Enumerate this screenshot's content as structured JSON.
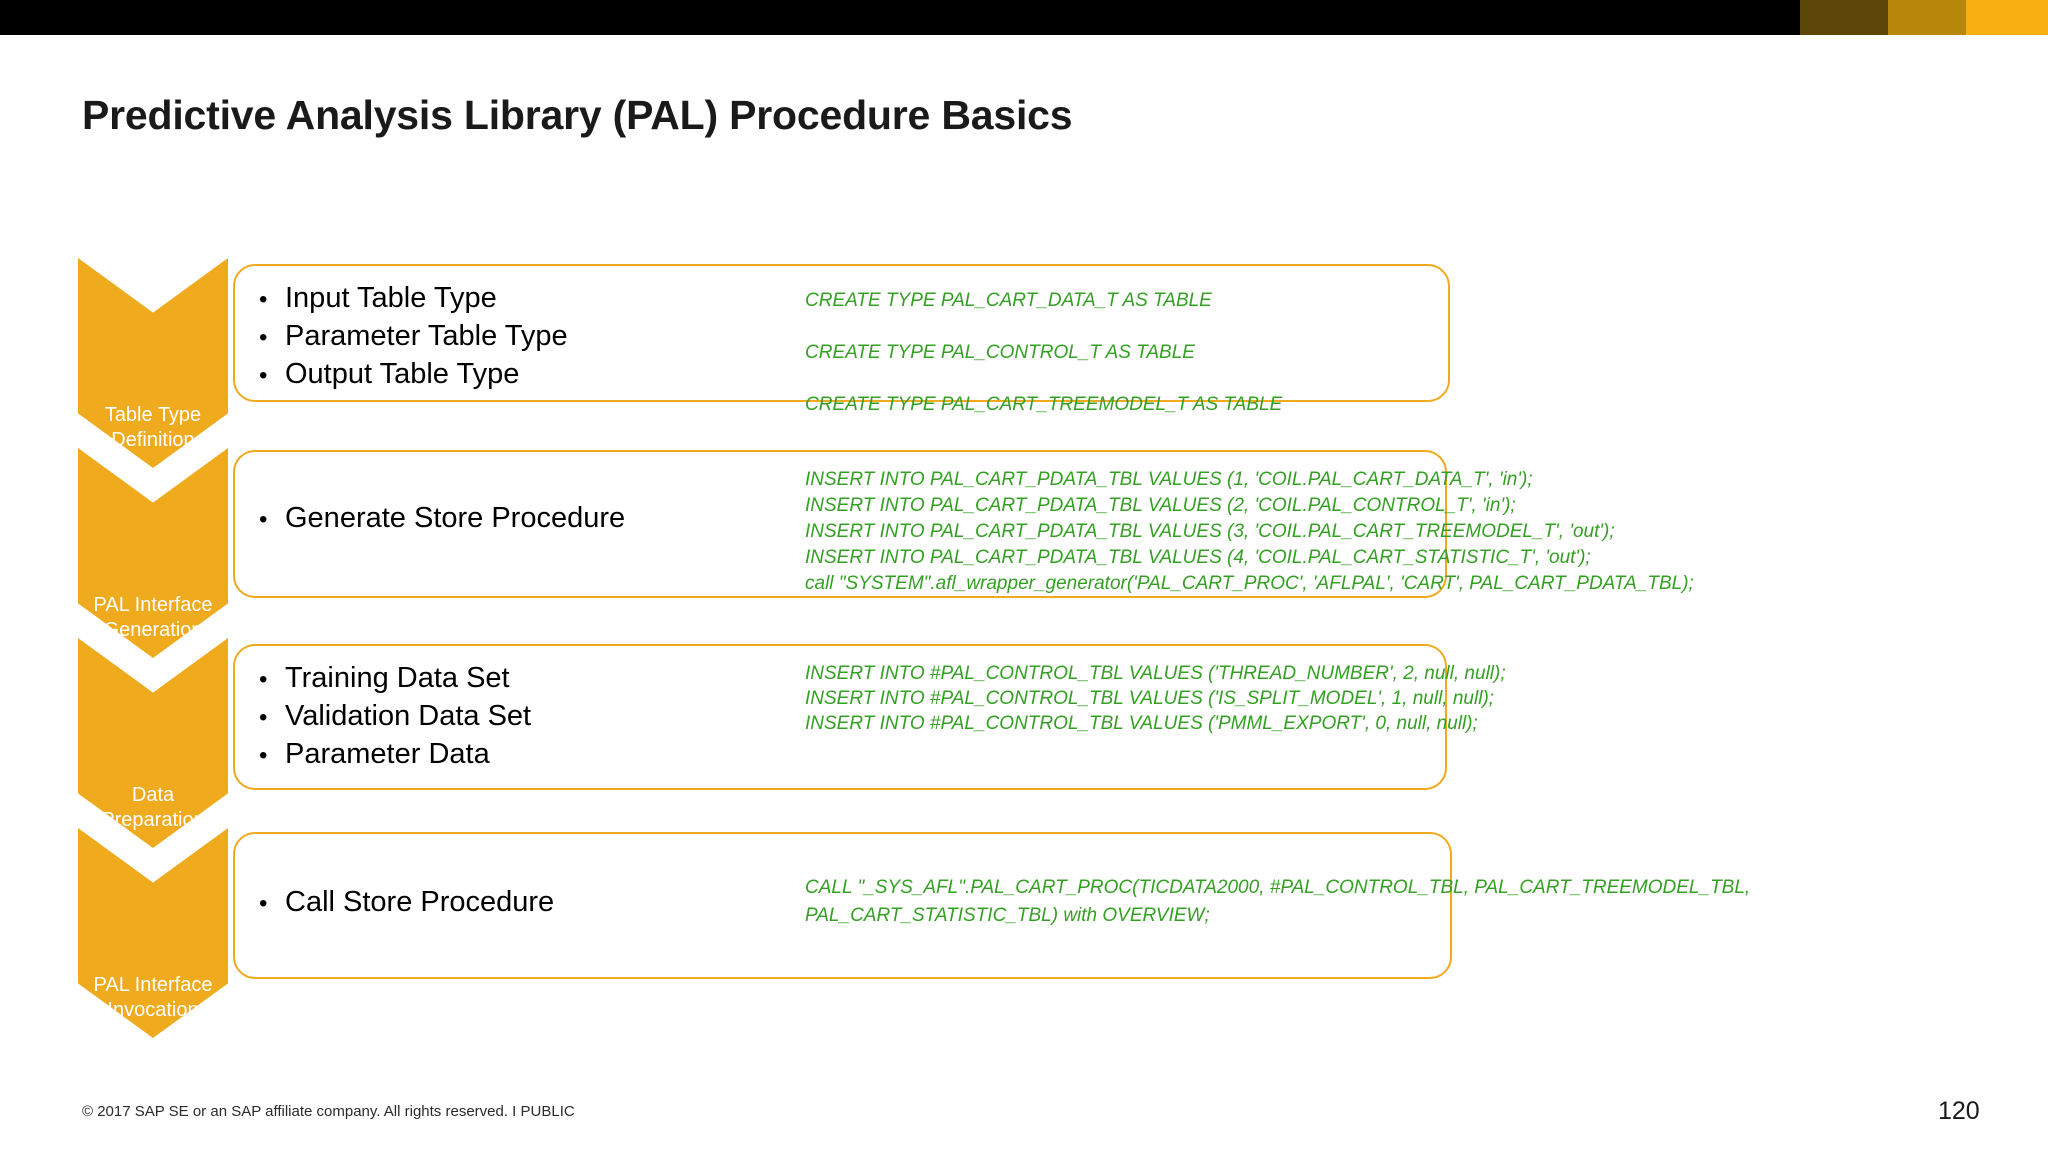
{
  "header": {
    "bar_color": "#000000",
    "bands": [
      {
        "name": "band-dark-olive",
        "color": "#5C4708"
      },
      {
        "name": "band-gold",
        "color": "#B78709"
      },
      {
        "name": "band-amber",
        "color": "#F8B010"
      }
    ]
  },
  "title": "Predictive Analysis Library (PAL) Procedure Basics",
  "theme": {
    "accent": "#EFAA1E",
    "code_green": "#34A023",
    "text_black": "#000000"
  },
  "stages": [
    {
      "label": "Table Type\nDefinition",
      "bullets": [
        "Input Table Type",
        "Parameter Table Type",
        "Output Table Type"
      ],
      "code": [
        "CREATE TYPE PAL_CART_DATA_T AS TABLE",
        "",
        "CREATE TYPE PAL_CONTROL_T AS TABLE",
        "",
        "CREATE TYPE PAL_CART_TREEMODEL_T AS TABLE"
      ]
    },
    {
      "label": "PAL Interface\nGeneration",
      "bullets": [
        "Generate Store Procedure"
      ],
      "code": [
        "INSERT INTO PAL_CART_PDATA_TBL VALUES (1, 'COIL.PAL_CART_DATA_T', 'in');",
        "INSERT INTO PAL_CART_PDATA_TBL VALUES (2, 'COIL.PAL_CONTROL_T', 'in');",
        "INSERT INTO PAL_CART_PDATA_TBL VALUES (3, 'COIL.PAL_CART_TREEMODEL_T', 'out');",
        "INSERT INTO PAL_CART_PDATA_TBL VALUES (4, 'COIL.PAL_CART_STATISTIC_T', 'out');",
        "call \"SYSTEM\".afl_wrapper_generator('PAL_CART_PROC', 'AFLPAL', 'CART', PAL_CART_PDATA_TBL);"
      ]
    },
    {
      "label": "Data\nPreparation",
      "bullets": [
        "Training Data Set",
        "Validation Data Set",
        "Parameter Data"
      ],
      "code": [
        "INSERT INTO #PAL_CONTROL_TBL VALUES ('THREAD_NUMBER', 2, null, null);",
        "INSERT INTO #PAL_CONTROL_TBL VALUES ('IS_SPLIT_MODEL', 1, null, null);",
        "INSERT INTO #PAL_CONTROL_TBL VALUES ('PMML_EXPORT', 0, null, null);"
      ]
    },
    {
      "label": "PAL Interface\nInvocation",
      "bullets": [
        "Call Store Procedure"
      ],
      "code": [
        "CALL \"_SYS_AFL\".PAL_CART_PROC(TICDATA2000, #PAL_CONTROL_TBL, PAL_CART_TREEMODEL_TBL,",
        "PAL_CART_STATISTIC_TBL) with OVERVIEW;"
      ]
    }
  ],
  "footer": {
    "copyright": "© 2017 SAP SE or an SAP affiliate company. All rights reserved.  I   PUBLIC",
    "page_number": "120"
  }
}
